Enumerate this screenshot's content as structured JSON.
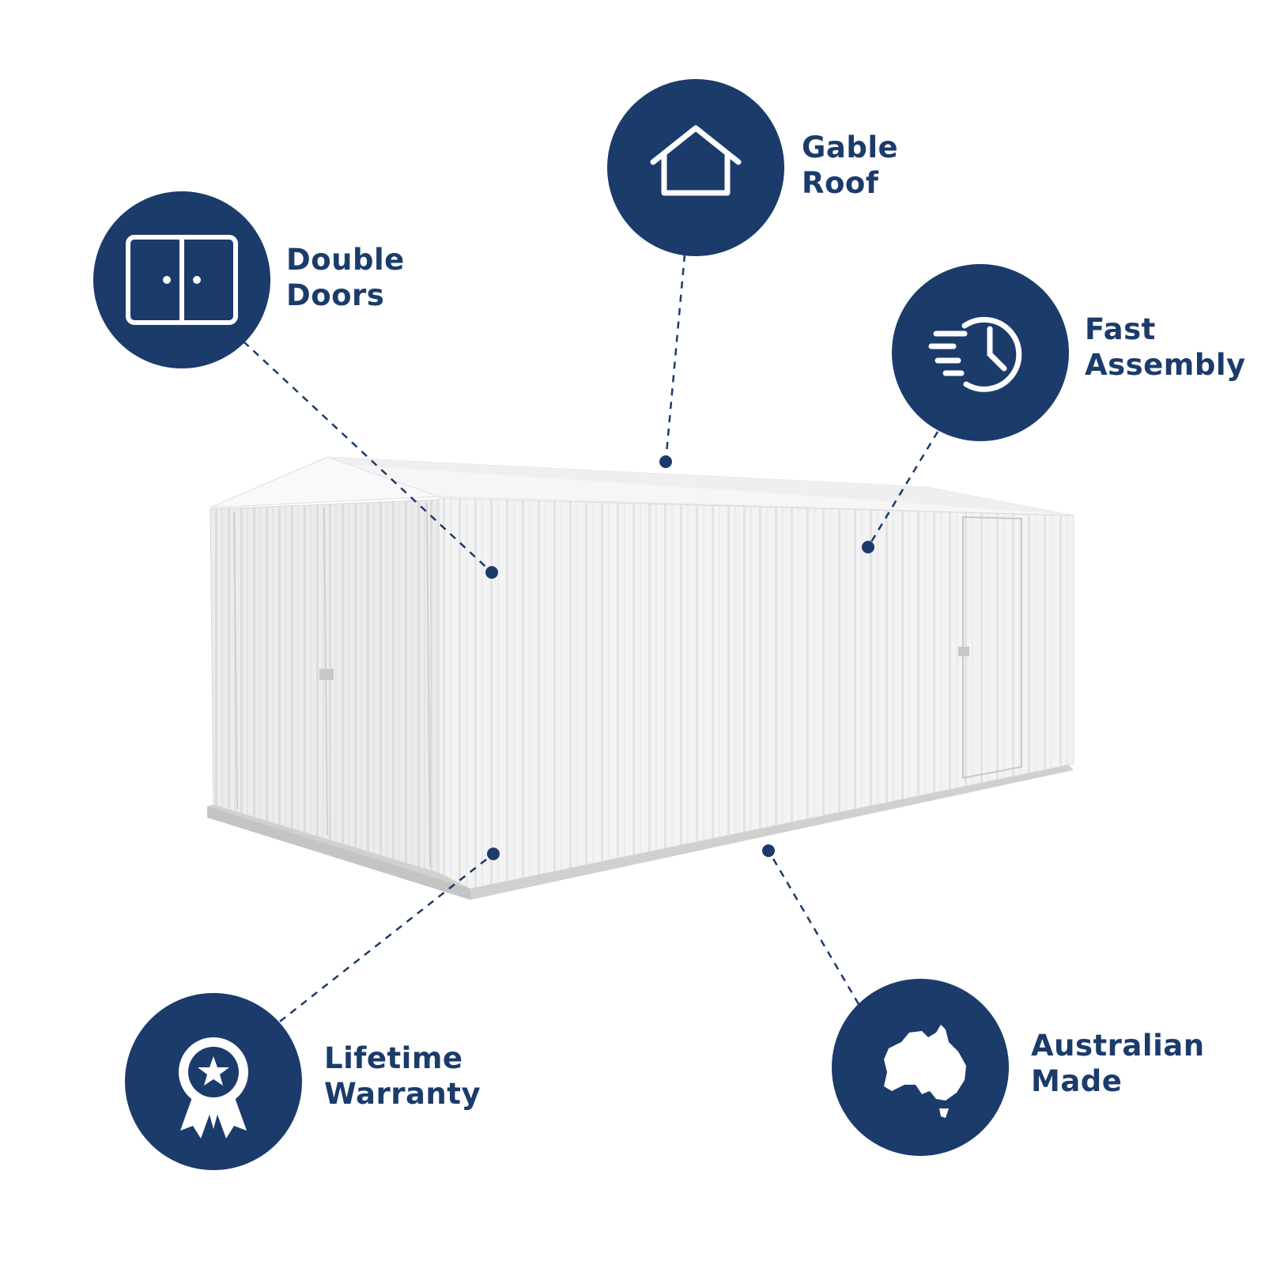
{
  "features": {
    "double_doors": {
      "line1": "Double",
      "line2": "Doors",
      "icon": "double-door-icon"
    },
    "gable_roof": {
      "line1": "Gable",
      "line2": "Roof",
      "icon": "house-icon"
    },
    "fast_assembly": {
      "line1": "Fast",
      "line2": "Assembly",
      "icon": "fast-clock-icon"
    },
    "lifetime_warranty": {
      "line1": "Lifetime",
      "line2": "Warranty",
      "icon": "award-ribbon-icon"
    },
    "australian_made": {
      "line1": "Australian",
      "line2": "Made",
      "icon": "australia-map-icon"
    }
  },
  "colors": {
    "accent": "#1b3b6b",
    "shed_white": "#f4f4f4",
    "base_grey": "#cfcfcf"
  }
}
